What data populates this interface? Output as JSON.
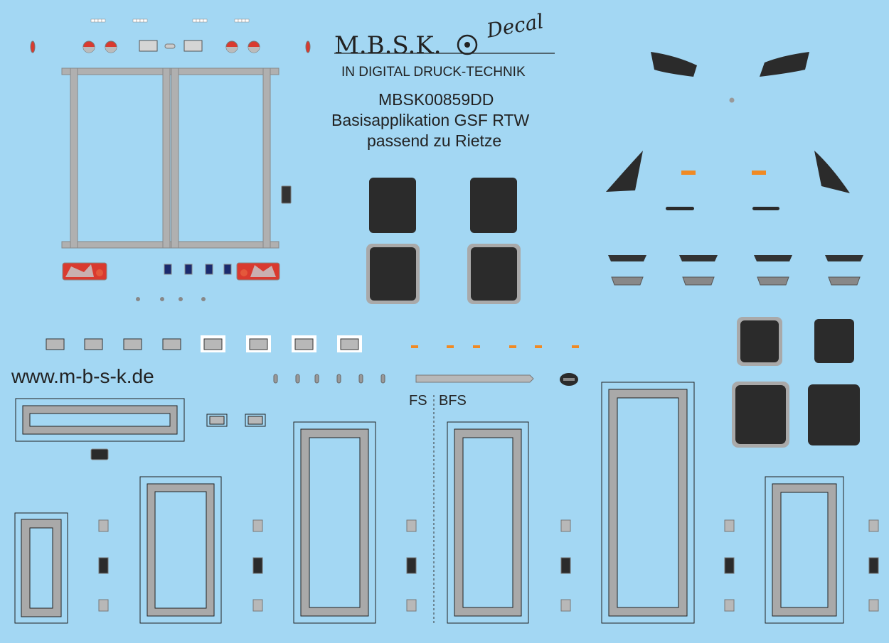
{
  "colors": {
    "background": "#a3d7f3",
    "frame_gray": "#a9a9a9",
    "dark": "#2b2b2b",
    "red": "#d93a2f",
    "orange": "#f08a24",
    "navy": "#1a2a6e"
  },
  "logo": {
    "brand": "M.B.S.K.",
    "script": "Decal",
    "tagline": "IN DIGITAL DRUCK-TECHNIK"
  },
  "product": {
    "code": "MBSK00859DD",
    "name": "Basisapplikation GSF RTW",
    "fit": "passend zu Rietze"
  },
  "website": "www.m-b-s-k.de",
  "labels": {
    "left_side": "FS",
    "right_side": "BFS"
  }
}
